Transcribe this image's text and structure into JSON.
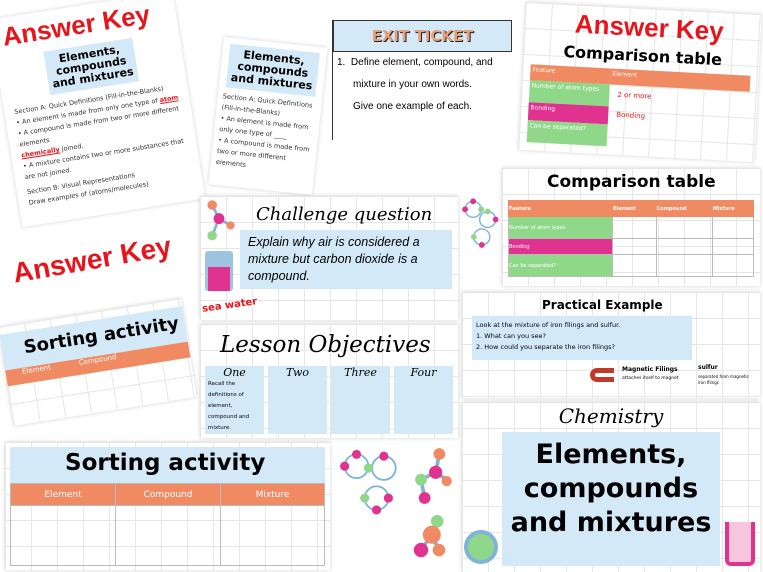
{
  "answer_key_label": "Answer Key",
  "worksheet": {
    "title": "Elements, compounds and mixtures",
    "subtitle": "Worksheet",
    "section_a": "Section A: Quick Definitions (Fill-in-the-Blanks)",
    "item1": "An element is made from only one type of",
    "item1_answer": "atom",
    "item2": "A compound is made from two or more different elements",
    "item2_answer": "chemically",
    "item2_end": "joined.",
    "item3": "A mixture contains two or more substances that are not",
    "item3_end": "joined.",
    "section_b": "Section B: Visual Representations",
    "section_b_text": "Draw examples of (atoms/molecules)"
  },
  "exit_ticket": {
    "title": "EXIT TICKET",
    "q1_num": "1.",
    "q1_line1": "Define element, compound, and",
    "q1_line2": "mixture in your own words.",
    "q1_line3": "Give one example of each."
  },
  "comparison_key": {
    "title": "Comparison table",
    "rows": [
      "Feature",
      "Number of atom types",
      "Bonding",
      "Can be separated?"
    ],
    "col": "Element",
    "answer_fragments": [
      "2 or more",
      "Bonding"
    ]
  },
  "comparison": {
    "title": "Comparison table",
    "headers": [
      "Feature",
      "Element",
      "Compound",
      "Mixture"
    ],
    "rows": [
      "Number of atom types",
      "Bonding",
      "Can be separated?"
    ]
  },
  "challenge": {
    "title": "Challenge question",
    "text": "Explain why air is considered a mixture but carbon dioxide is a compound.",
    "label": "sea water"
  },
  "practical": {
    "title": "Practical Example",
    "line1": "Look at the mixture of iron filings and sulfur.",
    "line2": "1. What can you see?",
    "line3": "2. How could you separate the iron filings?",
    "label_magnet": "Magnetic Filings",
    "label_magnet_sub": "attaches itself to magnet",
    "label_sulfur": "sulfur",
    "label_sulfur_sub": "separated from magnetic iron filings"
  },
  "sorting": {
    "title": "Sorting activity",
    "headers": [
      "Element",
      "Compound",
      "Mixture"
    ]
  },
  "objectives": {
    "title": "Lesson Objectives",
    "columns": [
      "One",
      "Two",
      "Three",
      "Four"
    ],
    "one_text": "Recall the definitions of element, compound and mixture."
  },
  "title_slide": {
    "kicker": "Chemistry",
    "title": "Elements, compounds and mixtures"
  },
  "colors": {
    "accent_blue": "#d4e9f8",
    "orange": "#ef8a62",
    "green": "#8fd88a",
    "pink": "#e0338f",
    "red": "#e8141c"
  }
}
